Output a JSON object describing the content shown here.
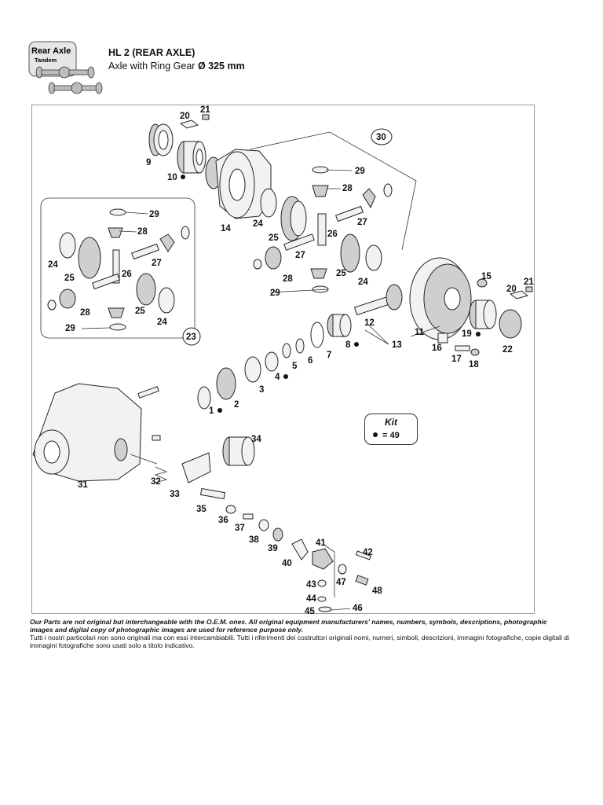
{
  "header": {
    "logo_text_main": "Rear Axle",
    "logo_text_sub": "Tandem",
    "title": "HL 2 (REAR AXLE)",
    "subtitle_prefix": "Axle with Ring Gear",
    "subtitle_value": "Ø 325 mm"
  },
  "kit": {
    "title": "Kit",
    "value": "= 49"
  },
  "disclaimer": {
    "english": "Our Parts are not original but interchangeable with the O.E.M. ones. All original equipment manufacturers' names, numbers, symbols, descriptions, photographic images and digital copy of photographic images are used for reference purpose only.",
    "italian": "Tutti i nostri particolari non sono originali ma con essi intercambiabili. Tutti i riferimenti dei costruttori originali nomi, numeri, simboli, descrizioni, immagini fotografiche, copie digitali di immagini fotografiche sono usati solo a titolo indicativo."
  },
  "callouts": [
    {
      "label": "20"
    },
    {
      "label": "21"
    },
    {
      "label": "9"
    },
    {
      "label": "10"
    },
    {
      "label": "30"
    },
    {
      "label": "29"
    },
    {
      "label": "28"
    },
    {
      "label": "24"
    },
    {
      "label": "27"
    },
    {
      "label": "14"
    },
    {
      "label": "25"
    },
    {
      "label": "26"
    },
    {
      "label": "29"
    },
    {
      "label": "28"
    },
    {
      "label": "24"
    },
    {
      "label": "27"
    },
    {
      "label": "25"
    },
    {
      "label": "26"
    },
    {
      "label": "27"
    },
    {
      "label": "28"
    },
    {
      "label": "25"
    },
    {
      "label": "29"
    },
    {
      "label": "24"
    },
    {
      "label": "23"
    },
    {
      "label": "28"
    },
    {
      "label": "25"
    },
    {
      "label": "24"
    },
    {
      "label": "29"
    },
    {
      "label": "15"
    },
    {
      "label": "20"
    },
    {
      "label": "21"
    },
    {
      "label": "12"
    },
    {
      "label": "11"
    },
    {
      "label": "13"
    },
    {
      "label": "8"
    },
    {
      "label": "7"
    },
    {
      "label": "6"
    },
    {
      "label": "5"
    },
    {
      "label": "4"
    },
    {
      "label": "3"
    },
    {
      "label": "2"
    },
    {
      "label": "1"
    },
    {
      "label": "19"
    },
    {
      "label": "22"
    },
    {
      "label": "16"
    },
    {
      "label": "17"
    },
    {
      "label": "18"
    },
    {
      "label": "34"
    },
    {
      "label": "31"
    },
    {
      "label": "32"
    },
    {
      "label": "33"
    },
    {
      "label": "35"
    },
    {
      "label": "36"
    },
    {
      "label": "37"
    },
    {
      "label": "38"
    },
    {
      "label": "39"
    },
    {
      "label": "40"
    },
    {
      "label": "41"
    },
    {
      "label": "42"
    },
    {
      "label": "47"
    },
    {
      "label": "48"
    },
    {
      "label": "43"
    },
    {
      "label": "44"
    },
    {
      "label": "46"
    },
    {
      "label": "45"
    }
  ]
}
